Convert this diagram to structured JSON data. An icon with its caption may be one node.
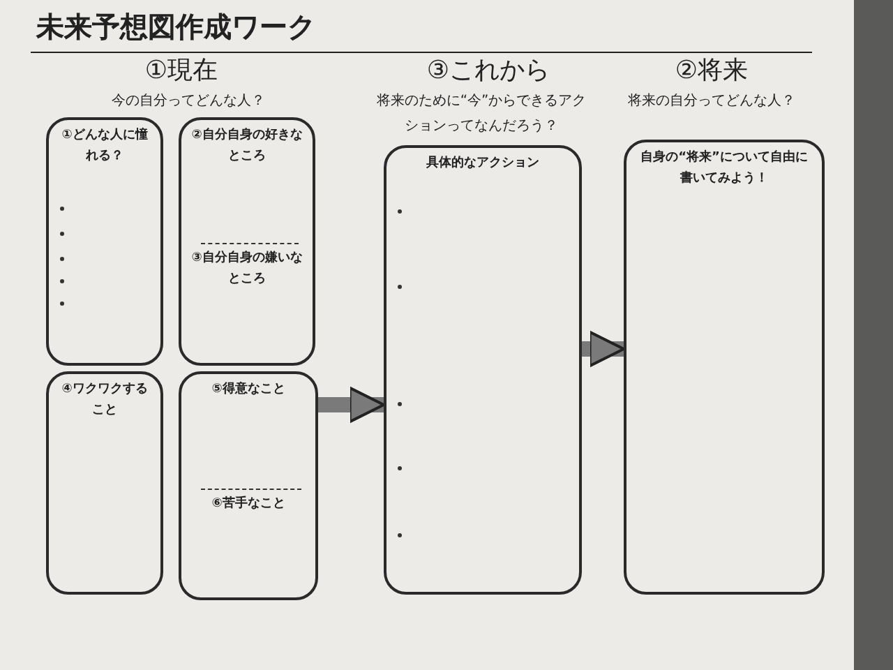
{
  "diagram": {
    "title": "未来予想図作成ワーク",
    "nodes": [
      {
        "text": [
          "①どんな人に憧れる？"
        ]
      },
      {
        "text": [
          "②自分自身の好きなところ",
          "③自分自身の嫌いなところ"
        ]
      },
      {
        "text": [
          "④ワクワクすること"
        ]
      },
      {
        "text": [
          "⑤得意なこと",
          "⑥苦手なこと"
        ]
      },
      {
        "text": [
          "具体的なアクション"
        ]
      },
      {
        "text": [
          "自身の“将来”について自由に書いてみよう！"
        ]
      }
    ],
    "edges": [
      {
        "from": 3,
        "to": 4,
        "arrow": "to"
      },
      {
        "from": 4,
        "to": 5,
        "arrow": "to"
      }
    ],
    "labels": [
      "①現在",
      "③これから",
      "②将来",
      "今の自分ってどんな人？",
      "将来のために“今”からできるアクションってなんだろう？",
      "将来の自分ってどんな人？"
    ]
  }
}
